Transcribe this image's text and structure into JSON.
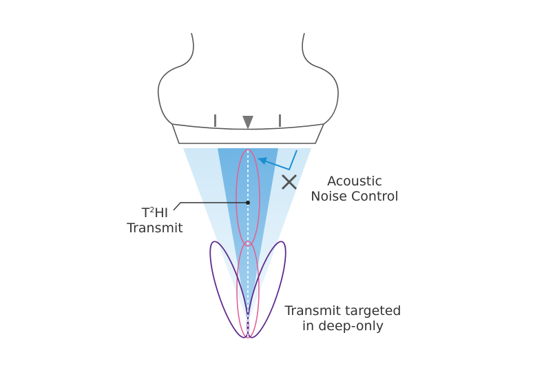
{
  "labels": {
    "acoustic_noise_line1": "Acoustic",
    "acoustic_noise_line2": "Noise Control",
    "t2hi_prefix": "T",
    "t2hi_superscript": "2",
    "t2hi_suffix": "HI",
    "t2hi_line2": "Transmit",
    "target_line1": "Transmit targeted",
    "target_line2": "in deep-only"
  },
  "colors": {
    "beam_light": "#d3ebf8",
    "beam_dark": "#7ebce6",
    "pink_lobe": "#e06496",
    "purple_lobe": "#5e2a8e",
    "arrow_blue": "#1b8fd0",
    "cross_gray": "#555555",
    "probe_outline": "#555555",
    "text": "#333333"
  },
  "icons": {
    "cross": "x-mark-icon",
    "arrow": "reflect-arrow-icon",
    "marker": "triangle-down-icon"
  }
}
